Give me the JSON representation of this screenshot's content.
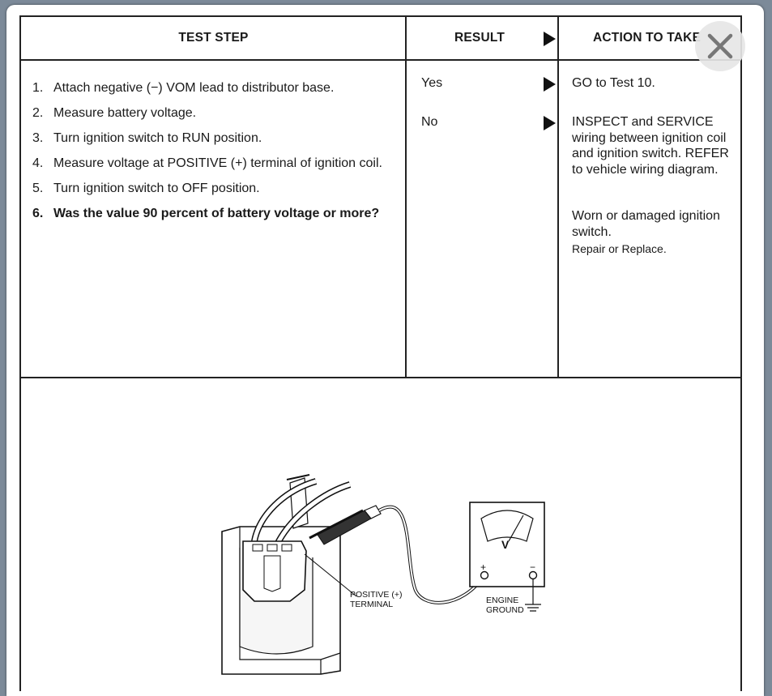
{
  "table": {
    "headers": {
      "test_step": "TEST STEP",
      "result": "RESULT",
      "action": "ACTION TO TAKE"
    },
    "steps": [
      {
        "num": "1.",
        "text": "Attach negative (−) VOM lead to distributor base."
      },
      {
        "num": "2.",
        "text": "Measure battery voltage."
      },
      {
        "num": "3.",
        "text": "Turn ignition switch to RUN position."
      },
      {
        "num": "4.",
        "text": "Measure voltage at POSITIVE (+) terminal of ignition coil."
      },
      {
        "num": "5.",
        "text": "Turn ignition switch to OFF position."
      },
      {
        "num": "6.",
        "text": "Was the value 90 percent of battery voltage or more?"
      }
    ],
    "results": [
      {
        "label": "Yes",
        "action": "GO to Test 10."
      },
      {
        "label": "No",
        "action": "INSPECT and SERVICE wiring between ignition coil and ignition switch. REFER to vehicle wiring diagram."
      }
    ],
    "extra_action": "Worn or damaged ignition switch.",
    "extra_action_small": "Repair or Replace."
  },
  "diagram": {
    "positive_terminal_label_1": "POSITIVE (+)",
    "positive_terminal_label_2": "TERMINAL",
    "meter_unit": "V",
    "meter_plus": "+",
    "meter_minus": "−",
    "ground_label_1": "ENGINE",
    "ground_label_2": "GROUND"
  },
  "icons": {
    "close": "close-icon",
    "result_arrow": "triangle-right-icon"
  }
}
